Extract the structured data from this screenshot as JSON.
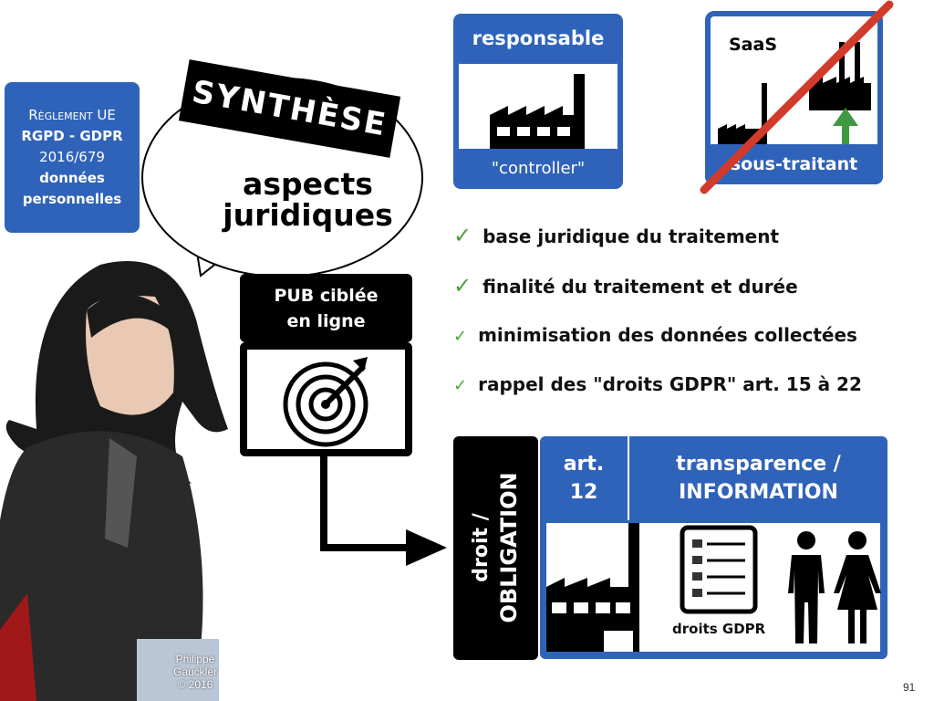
{
  "regulation": {
    "line1": "Règlement UE",
    "line2": "RGPD - GDPR",
    "line3": "2016/679",
    "line4": "données",
    "line5": "personnelles"
  },
  "bubble": {
    "tag": "SYNTHÈSE",
    "line1": "aspects",
    "line2": "juridiques"
  },
  "pub": {
    "line1": "PUB ciblée",
    "line2": "en ligne",
    "icon": "target-icon"
  },
  "controller": {
    "title": "responsable",
    "subtitle": "\"controller\"",
    "icon": "factory-icon"
  },
  "processor": {
    "label": "SaaS",
    "subtitle": "sous-traitant",
    "crossed": true,
    "cross_color": "#d23a2a",
    "arrow_color": "#3f9a3f"
  },
  "checklist": [
    {
      "text": "base juridique du traitement"
    },
    {
      "text": "finalité du traitement et durée"
    },
    {
      "text": "minimisation des données collectées"
    },
    {
      "text": "rappel des \"droits GDPR\" art. 15 à 22"
    }
  ],
  "obligation": {
    "side": "droit /",
    "side2": "OBLIGATION",
    "article": "art.",
    "article_num": "12",
    "title1": "transparence /",
    "title2": "INFORMATION",
    "doc_label": "droits GDPR"
  },
  "credit": {
    "line1": "Philippe",
    "line2": "Gauckler",
    "line3": "© 2016"
  },
  "page_number": "91",
  "colors": {
    "accent": "#2f63b9",
    "check": "#4aa23a"
  }
}
